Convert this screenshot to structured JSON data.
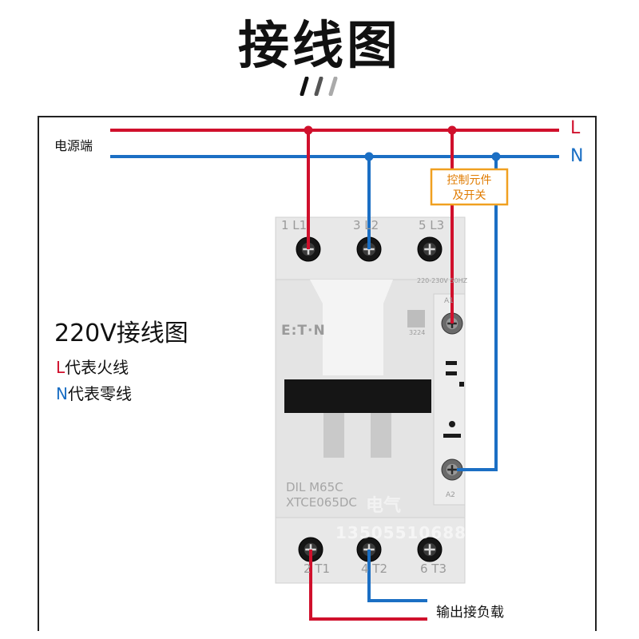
{
  "title": "接线图",
  "power_source_label": "电源端",
  "line_L": "L",
  "line_N": "N",
  "control_box": {
    "line1": "控制元件",
    "line2": "及开关"
  },
  "legend": {
    "heading": "220V接线图",
    "l_letter": "L",
    "l_text": "代表火线",
    "n_letter": "N",
    "n_text": "代表零线"
  },
  "output_label": "输出接负载",
  "contactor": {
    "top_terminals": [
      "1 L1",
      "3 L2",
      "5 L3"
    ],
    "bottom_terminals": [
      "2 T1",
      "4 T2",
      "6 T3"
    ],
    "coil_voltage": "220-230V 50HZ",
    "coil_a1": "A1",
    "coil_a2": "A2",
    "brand": "E:T·N",
    "serial": "3224",
    "model_line1": "DIL M65C",
    "model_line2": "XTCE065DC",
    "watermark_phone": "13505510688",
    "watermark_text": "电气"
  },
  "colors": {
    "live": "#d0102c",
    "neutral": "#1b6fc4",
    "control_border": "#f0a020",
    "control_text": "#e07b00",
    "body": "#e6e6e6"
  }
}
